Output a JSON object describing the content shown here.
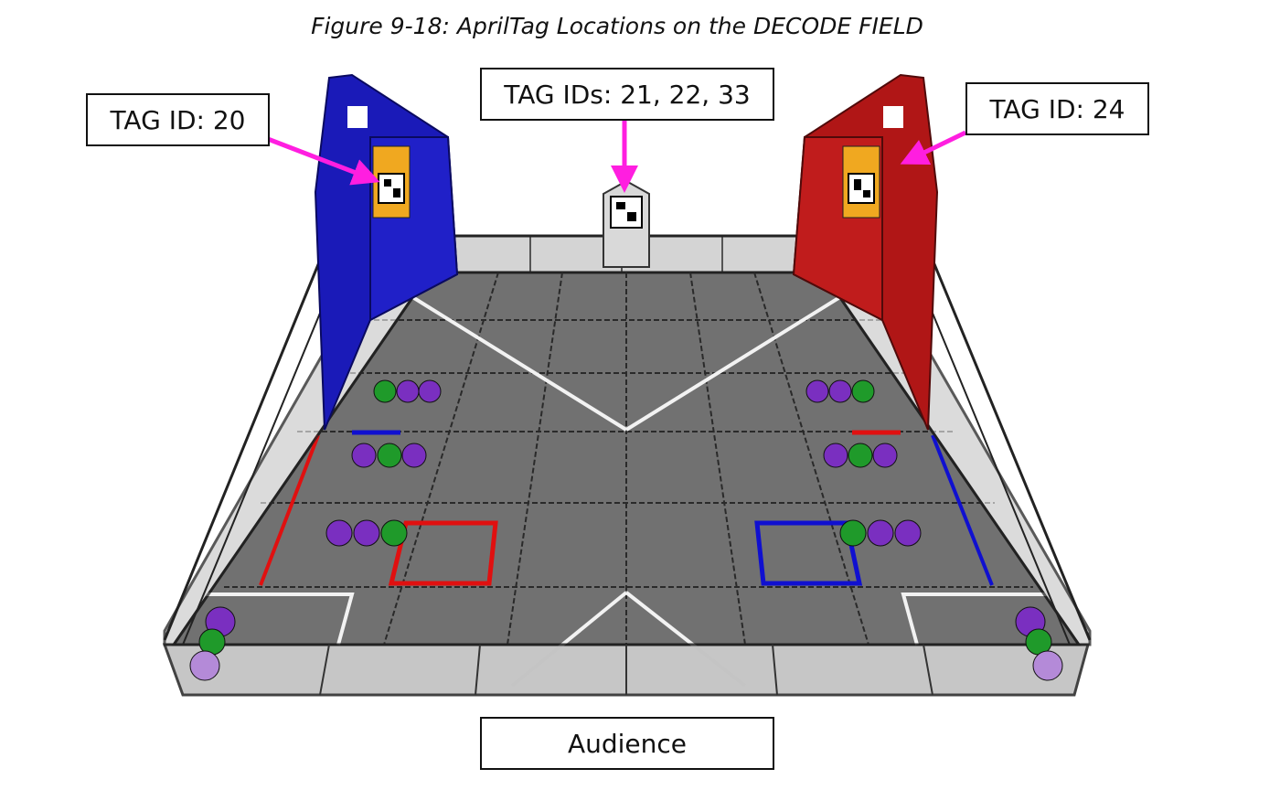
{
  "figure": {
    "caption": "Figure 9-18: AprilTag Locations on the DECODE FIELD"
  },
  "labels": {
    "tag_left": "TAG ID: 20",
    "tag_center": "TAG IDs: 21, 22, 33",
    "tag_right": "TAG ID: 24",
    "audience": "Audience"
  },
  "colors": {
    "arrow": "#ff1ee0",
    "blue_goal": "#1414b4",
    "red_goal": "#b01414",
    "tile": "#6f6f6f",
    "ball_purple": "#7a2fc0",
    "ball_green": "#1f9a2a"
  }
}
